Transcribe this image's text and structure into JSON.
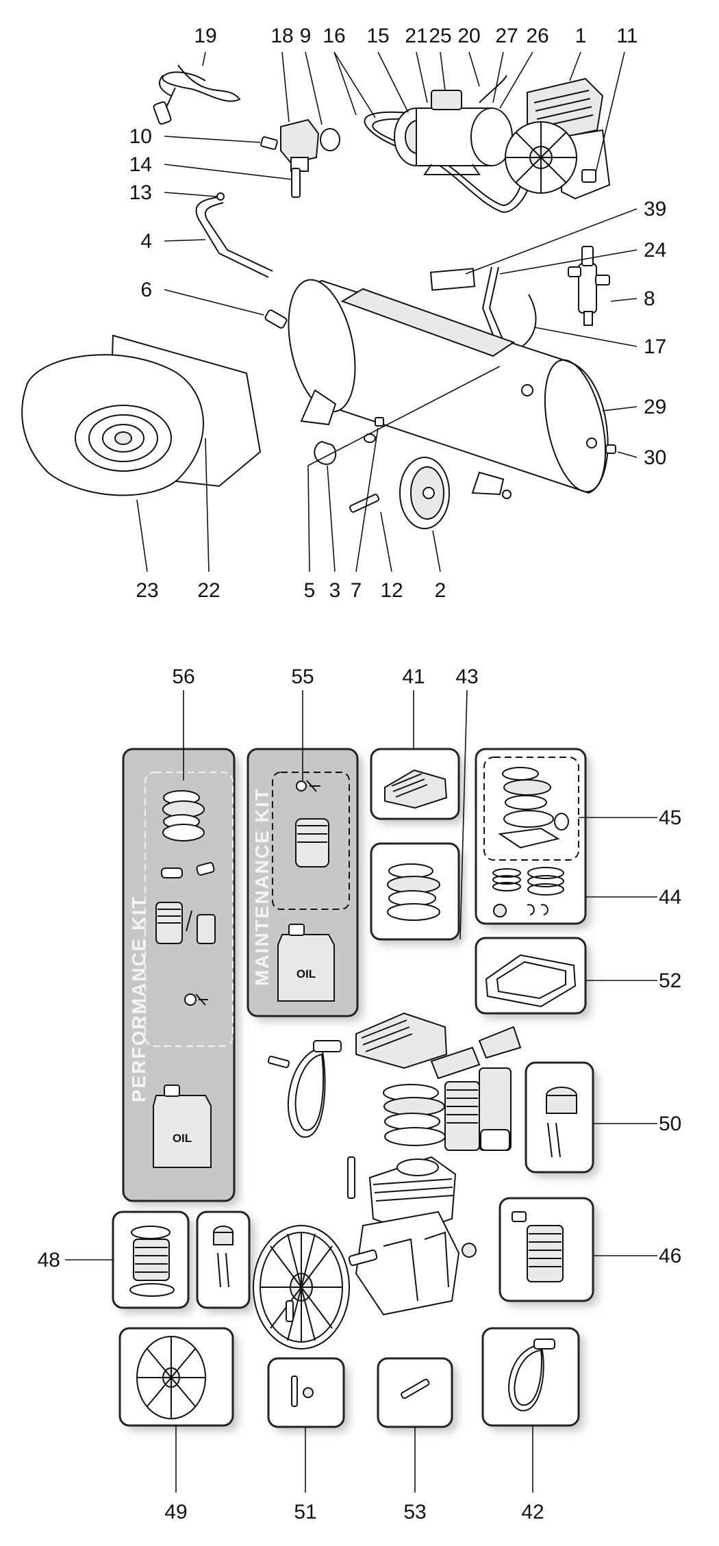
{
  "callouts_top": [
    "19",
    "18",
    "9",
    "16",
    "15",
    "21",
    "25",
    "20",
    "27",
    "26",
    "1",
    "11",
    "10",
    "14",
    "13",
    "4",
    "6",
    "39",
    "24",
    "8",
    "17",
    "29",
    "30",
    "23",
    "22",
    "5",
    "3",
    "7",
    "12",
    "2"
  ],
  "callouts_bottom": [
    "56",
    "55",
    "41",
    "43",
    "45",
    "44",
    "52",
    "50",
    "46",
    "48",
    "49",
    "51",
    "53",
    "42"
  ],
  "kits": {
    "performance": "PERFORMANCE KIT",
    "maintenance": "MAINTENANCE KIT",
    "oil_label": "OIL"
  },
  "colors": {
    "kit_shade": "#c7c7c7",
    "line": "#111111"
  }
}
